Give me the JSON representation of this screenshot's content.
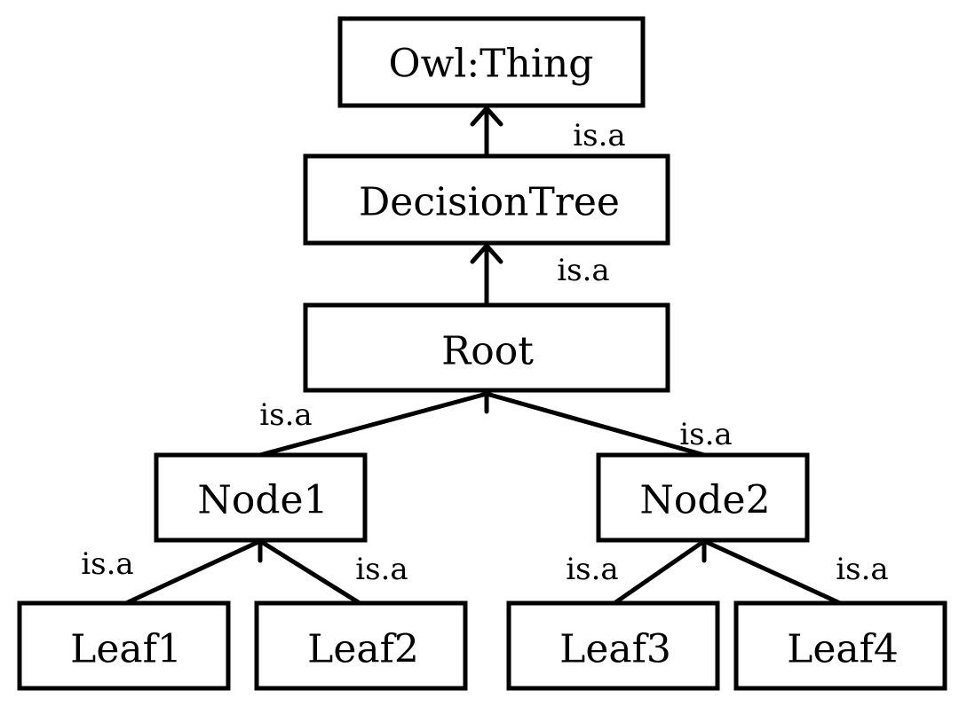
{
  "diagram": {
    "nodes": {
      "owl_thing": "Owl:Thing",
      "decision_tree": "DecisionTree",
      "root": "Root",
      "node1": "Node1",
      "node2": "Node2",
      "leaf1": "Leaf1",
      "leaf2": "Leaf2",
      "leaf3": "Leaf3",
      "leaf4": "Leaf4"
    },
    "edges": [
      {
        "from": "decision_tree",
        "to": "owl_thing",
        "label": "is.a"
      },
      {
        "from": "root",
        "to": "decision_tree",
        "label": "is.a"
      },
      {
        "from": "node1",
        "to": "root",
        "label": "is.a"
      },
      {
        "from": "node2",
        "to": "root",
        "label": "is.a"
      },
      {
        "from": "leaf1",
        "to": "node1",
        "label": "is.a"
      },
      {
        "from": "leaf2",
        "to": "node1",
        "label": "is.a"
      },
      {
        "from": "leaf3",
        "to": "node2",
        "label": "is.a"
      },
      {
        "from": "leaf4",
        "to": "node2",
        "label": "is.a"
      }
    ],
    "colors": {
      "stroke": "#000000",
      "background": "#ffffff"
    }
  }
}
